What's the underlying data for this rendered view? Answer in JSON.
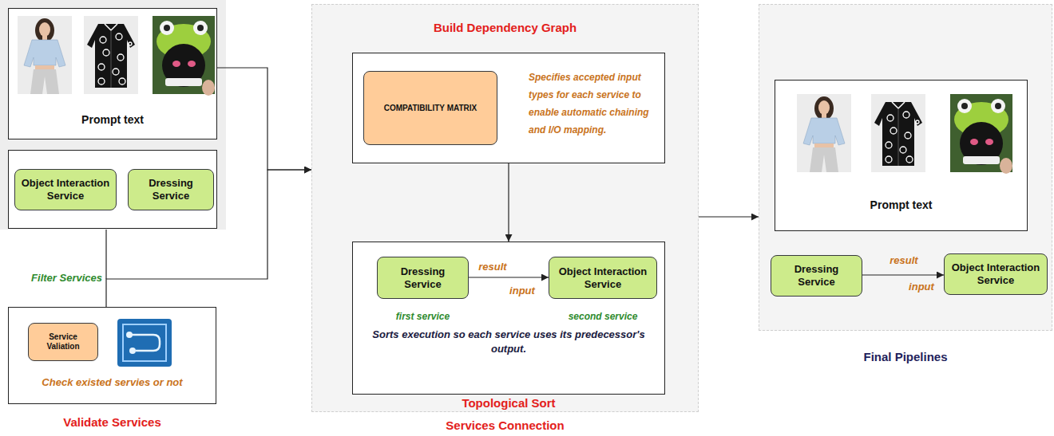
{
  "diagram": {
    "nodes": [
      {
        "text": [
          "Prompt text"
        ]
      },
      {
        "text": [
          "Object Interaction Service"
        ]
      },
      {
        "text": [
          "Dressing Service"
        ]
      },
      {
        "text": [
          "Check existed servies or not",
          "Validate Services"
        ]
      },
      {
        "text": [
          "Service Valiation"
        ],
        "in": 3
      },
      {
        "text": [
          "Build Dependency Graph",
          "Services Connection"
        ]
      },
      {
        "text": [
          "Specifies accepted input types for each service to enable automatic chaining and I/O mapping."
        ],
        "in": 5
      },
      {
        "text": [
          "COMPATIBILITY MATRIX"
        ],
        "in": 6
      },
      {
        "text": [
          "Sorts execution so each service uses its predecessor's output.",
          "Topological Sort"
        ],
        "in": 5
      },
      {
        "text": [
          "Dressing Service",
          "first service"
        ],
        "in": 8
      },
      {
        "text": [
          "Object Interaction Service",
          "second service"
        ],
        "in": 8
      },
      {
        "text": [
          "Final Pipelines"
        ]
      },
      {
        "text": [
          "Prompt text"
        ],
        "in": 11
      },
      {
        "text": [
          "Dressing Service"
        ],
        "in": 11
      },
      {
        "text": [
          "Object Interaction Service"
        ],
        "in": 11
      }
    ],
    "edges": [
      {
        "from": 0,
        "to": 5,
        "arrow": "to"
      },
      {
        "from": 3,
        "to": 5,
        "arrow": "to",
        "label": "Filter Services"
      },
      {
        "from": 6,
        "to": 8,
        "arrow": "to"
      },
      {
        "from": 9,
        "to": 10,
        "arrow": "to",
        "label": "result"
      },
      {
        "from": 5,
        "to": 11,
        "arrow": "to"
      },
      {
        "from": 13,
        "to": 14,
        "arrow": "to",
        "label": "result"
      }
    ],
    "labels": [
      "input",
      "input"
    ]
  }
}
